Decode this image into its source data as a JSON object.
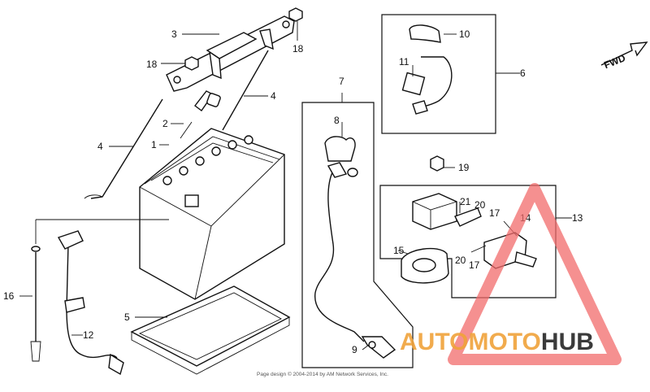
{
  "diagram": {
    "fwd_label": "FWD",
    "footer_text": "Page design © 2004-2014 by AM Network Services, Inc.",
    "watermark": {
      "text": "AUTOMOTOHUB",
      "color_orange": "#f0a23a",
      "color_dark": "#3a3a3a",
      "triangle_color": "#f26b6b"
    },
    "callouts": [
      {
        "id": "c3",
        "label": "3"
      },
      {
        "id": "c18a",
        "label": "18"
      },
      {
        "id": "c18b",
        "label": "18"
      },
      {
        "id": "c4a",
        "label": "4"
      },
      {
        "id": "c4b",
        "label": "4"
      },
      {
        "id": "c2",
        "label": "2"
      },
      {
        "id": "c1",
        "label": "1"
      },
      {
        "id": "c7",
        "label": "7"
      },
      {
        "id": "c8",
        "label": "8"
      },
      {
        "id": "c10",
        "label": "10"
      },
      {
        "id": "c11",
        "label": "11"
      },
      {
        "id": "c6",
        "label": "6"
      },
      {
        "id": "c19",
        "label": "19"
      },
      {
        "id": "c21",
        "label": "21"
      },
      {
        "id": "c20a",
        "label": "20"
      },
      {
        "id": "c17a",
        "label": "17"
      },
      {
        "id": "c14",
        "label": "14"
      },
      {
        "id": "c13",
        "label": "13"
      },
      {
        "id": "c15",
        "label": "15"
      },
      {
        "id": "c20b",
        "label": "20"
      },
      {
        "id": "c17b",
        "label": "17"
      },
      {
        "id": "c16",
        "label": "16"
      },
      {
        "id": "c12",
        "label": "12"
      },
      {
        "id": "c5",
        "label": "5"
      },
      {
        "id": "c9",
        "label": "9"
      }
    ]
  }
}
